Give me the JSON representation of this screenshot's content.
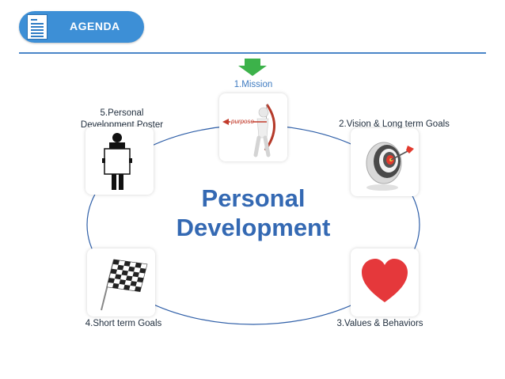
{
  "header": {
    "title": "AGENDA",
    "icon": "document-icon",
    "accent": "#3d8fd6"
  },
  "diagram": {
    "center": {
      "line1": "Personal",
      "line2": "Development",
      "color": "#3469b3"
    },
    "steps": [
      {
        "label": "1.Mission",
        "icon": "bow-and-arrow-icon",
        "icon_text": "purpose"
      },
      {
        "label": "2.Vision & Long term Goals",
        "icon": "target-icon"
      },
      {
        "label": "3.Values & Behaviors",
        "icon": "heart-icon"
      },
      {
        "label": "4.Short term Goals",
        "icon": "checkered-flag-icon"
      },
      {
        "label_line1": "5.Personal",
        "label_line2": "Development Poster",
        "icon": "poster-person-icon"
      }
    ],
    "arrow_color": "#3cb24a",
    "ring_color": "#2f5fa8"
  }
}
